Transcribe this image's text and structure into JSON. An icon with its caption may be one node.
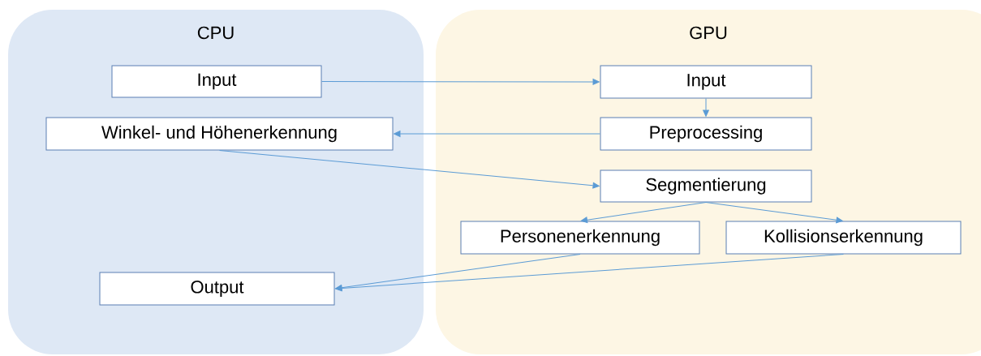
{
  "diagram": {
    "nodes": [
      {
        "text": [
          "CPU"
        ]
      },
      {
        "text": [
          "GPU"
        ]
      },
      {
        "text": [
          "Input"
        ],
        "in": 0
      },
      {
        "text": [
          "Winkel- und Höhenerkennung"
        ],
        "in": 0
      },
      {
        "text": [
          "Output"
        ],
        "in": 0
      },
      {
        "text": [
          "Input"
        ],
        "in": 1
      },
      {
        "text": [
          "Preprocessing"
        ],
        "in": 1
      },
      {
        "text": [
          "Segmentierung"
        ],
        "in": 1
      },
      {
        "text": [
          "Personenerkennung"
        ],
        "in": 1
      },
      {
        "text": [
          "Kollisionserkennung"
        ],
        "in": 1
      }
    ],
    "edges": [
      {
        "from": 2,
        "to": 5,
        "arrow": "to"
      },
      {
        "from": 5,
        "to": 6,
        "arrow": "to"
      },
      {
        "from": 6,
        "to": 3,
        "arrow": "to"
      },
      {
        "from": 3,
        "to": 7,
        "arrow": "to"
      },
      {
        "from": 7,
        "to": 8,
        "arrow": "to"
      },
      {
        "from": 7,
        "to": 9,
        "arrow": "to"
      },
      {
        "from": 8,
        "to": 4,
        "arrow": "to"
      },
      {
        "from": 9,
        "to": 4,
        "arrow": "to"
      }
    ]
  }
}
